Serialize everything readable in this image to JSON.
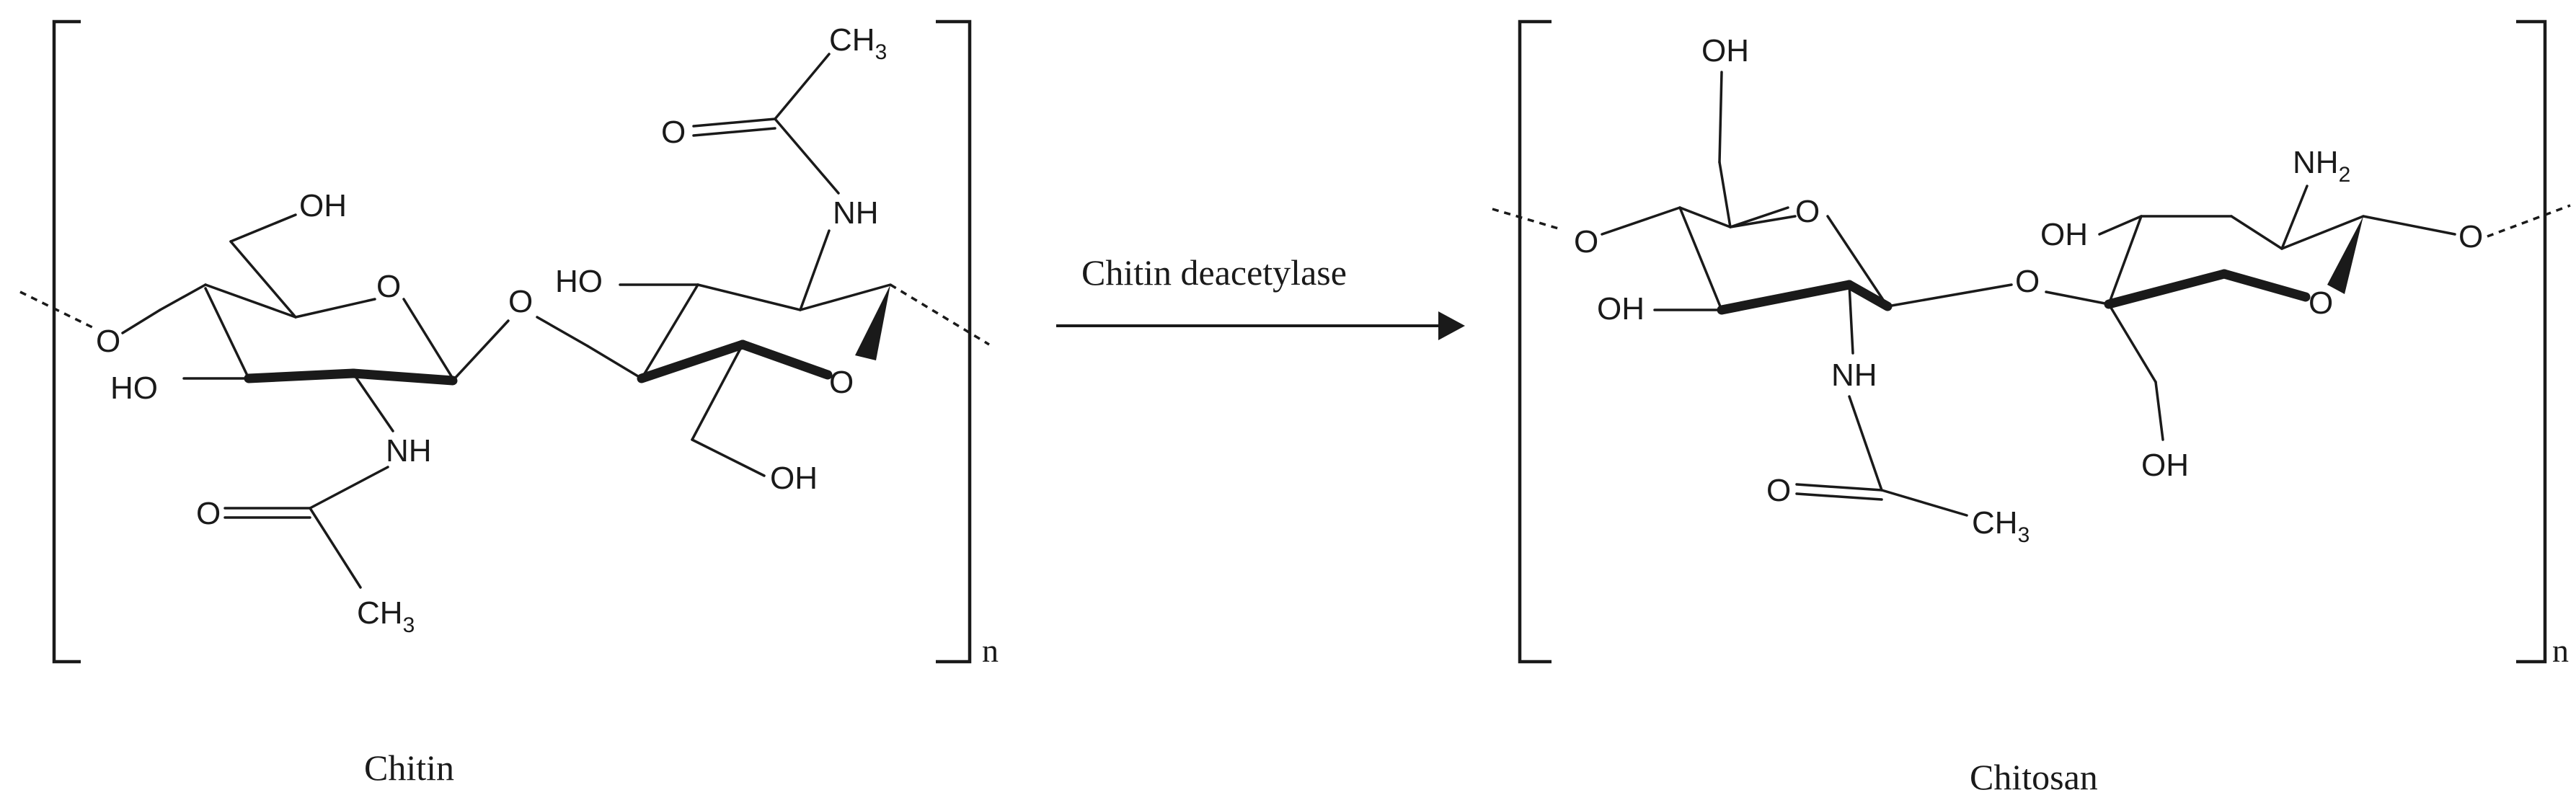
{
  "reaction": {
    "arrow_label": "Chitin deacetylase"
  },
  "chitin": {
    "caption": "Chitin",
    "repeat": "n",
    "labels": {
      "oh_top": "OH",
      "ho_left": "HO",
      "ho_right": "HO",
      "oh_bottom": "OH",
      "nh_left": "NH",
      "nh_right": "NH",
      "o_left_link": "O",
      "o_ring1": "O",
      "o_glyco": "O",
      "o_ring2": "O",
      "o_carbonyl1": "O",
      "o_carbonyl2": "O",
      "ch3_top": "CH",
      "ch3_bottom": "CH",
      "sub3": "3"
    }
  },
  "chitosan": {
    "caption": "Chitosan",
    "repeat": "n",
    "labels": {
      "oh_top": "OH",
      "oh_left": "OH",
      "oh_mid": "OH",
      "oh_bottom": "OH",
      "nh": "NH",
      "nh2": "NH",
      "sub2": "2",
      "o_left_link": "O",
      "o_ring1": "O",
      "o_glyco": "O",
      "o_ring2": "O",
      "o_right_link": "O",
      "o_carbonyl": "O",
      "ch3": "CH",
      "sub3": "3"
    }
  }
}
